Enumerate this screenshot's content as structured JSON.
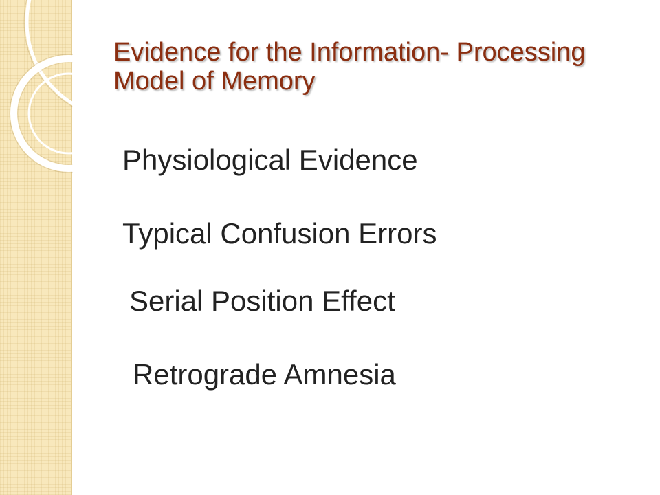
{
  "slide": {
    "title_lines": [
      "Evidence for the Information- Processing",
      "Model of Memory"
    ],
    "items": [
      "Physiological Evidence",
      "Typical Confusion Errors",
      "Serial Position Effect",
      "Retrograde Amnesia"
    ]
  },
  "colors": {
    "background": "#FFFFFF",
    "band": "#F8E8BC",
    "band_line": "#E4CD93",
    "title": "#8B2E10",
    "text": "#222222"
  },
  "icons": {
    "band_decoration": "concentric-circles"
  }
}
